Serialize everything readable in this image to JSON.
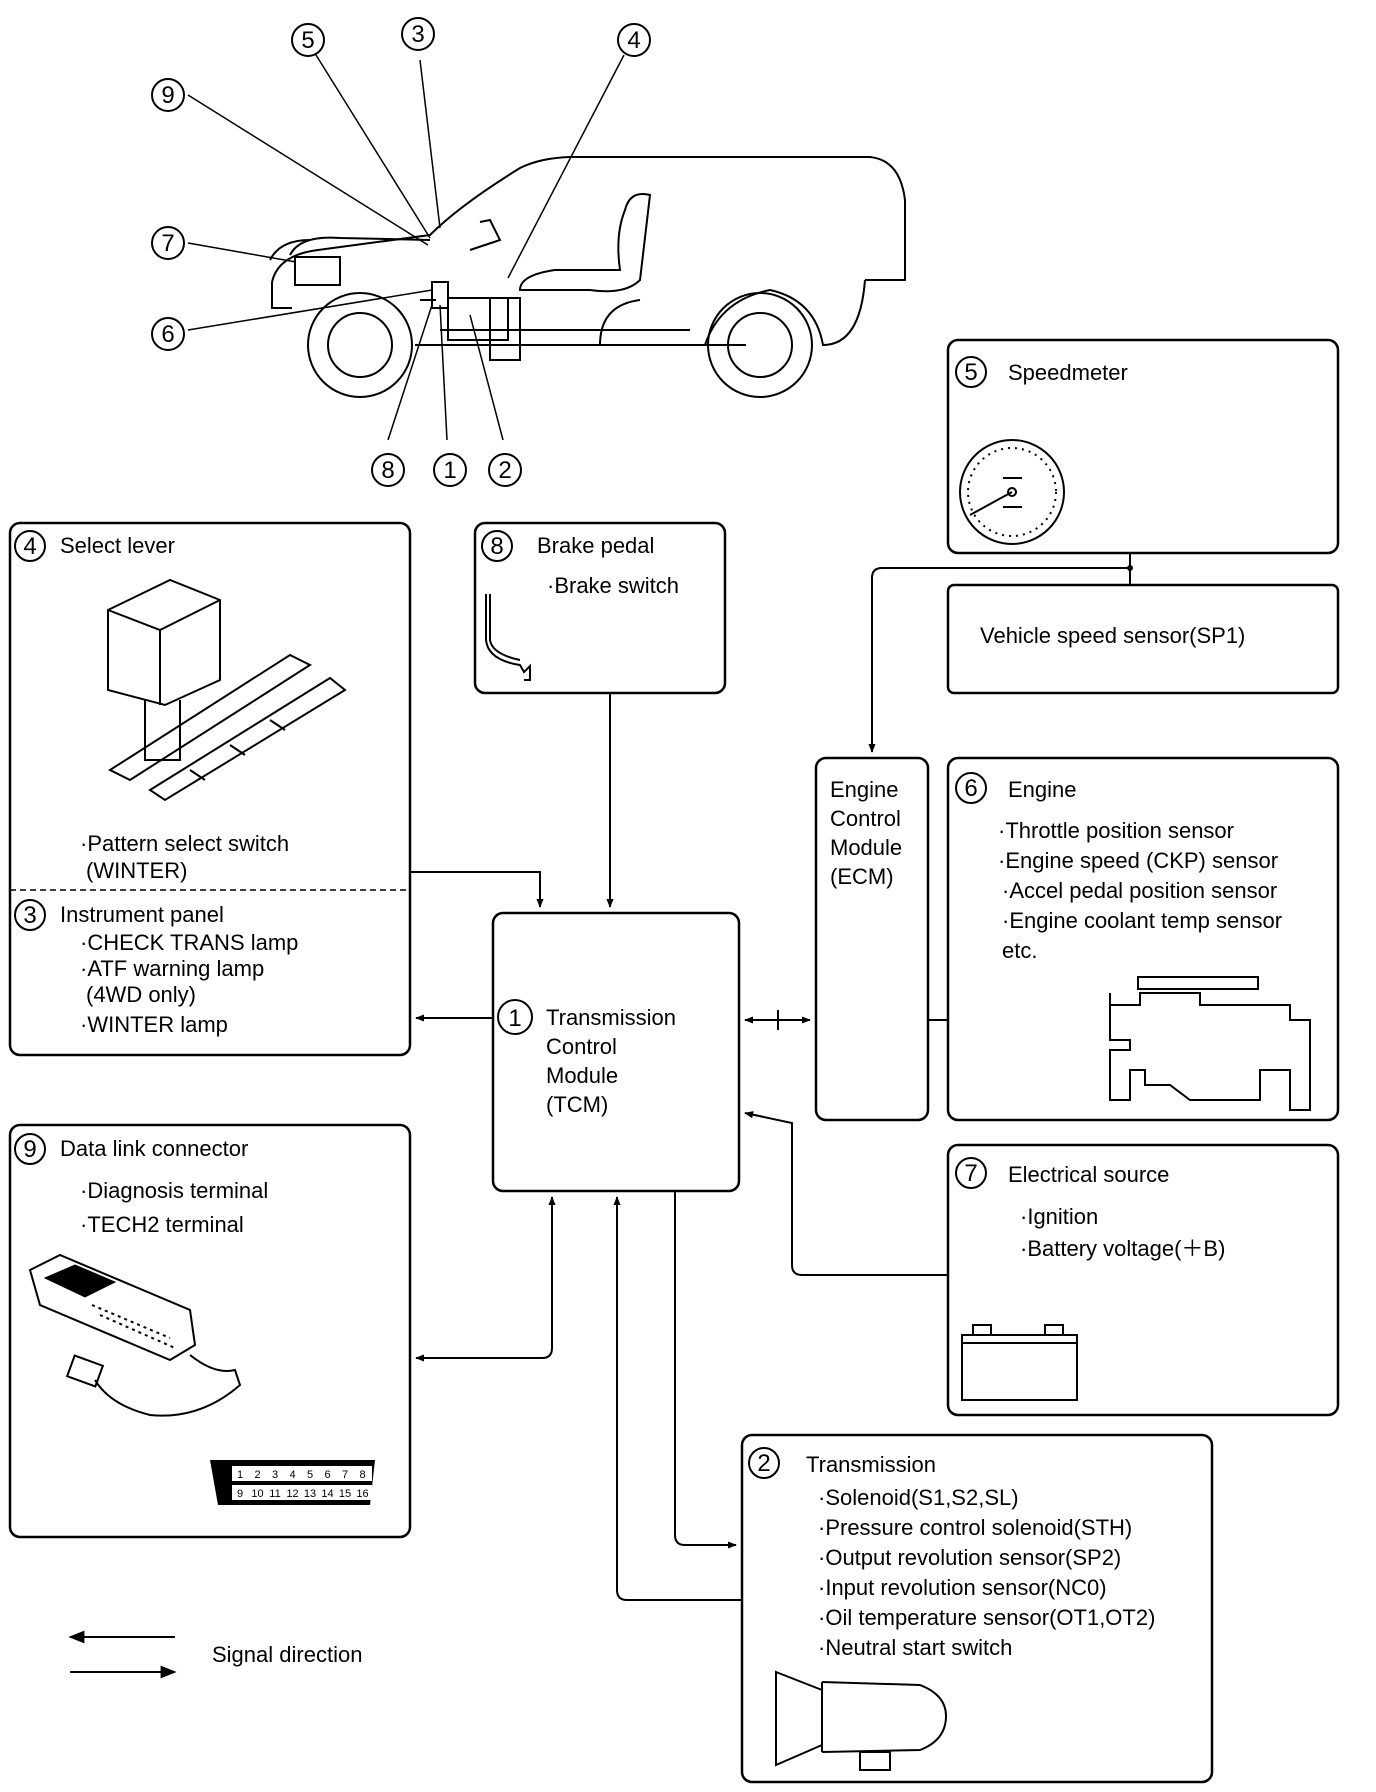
{
  "car_callouts": [
    "5",
    "3",
    "4",
    "9",
    "7",
    "6",
    "8",
    "1",
    "2"
  ],
  "select_lever": {
    "num": "4",
    "title": "Select lever",
    "items": [
      "·Pattern select switch",
      "(WINTER)"
    ]
  },
  "instrument_panel": {
    "num": "3",
    "title": "Instrument panel",
    "items": [
      "·CHECK TRANS lamp",
      "·ATF warning lamp",
      "(4WD only)",
      "·WINTER lamp"
    ]
  },
  "brake_pedal": {
    "num": "8",
    "title": "Brake pedal",
    "items": [
      "·Brake switch"
    ]
  },
  "speedometer": {
    "num": "5",
    "title": "Speedmeter"
  },
  "speed_sensor": {
    "title": "Vehicle speed sensor(SP1)"
  },
  "ecm": {
    "lines": [
      "Engine",
      "Control",
      "Module",
      "(ECM)"
    ]
  },
  "engine": {
    "num": "6",
    "title": "Engine",
    "items": [
      "·Throttle position sensor",
      "·Engine speed (CKP) sensor",
      "·Accel pedal position sensor",
      "·Engine coolant temp sensor",
      "etc."
    ]
  },
  "tcm": {
    "num": "1",
    "lines": [
      "Transmission",
      "Control",
      "Module",
      "(TCM)"
    ]
  },
  "data_link": {
    "num": "9",
    "title": "Data link connector",
    "items": [
      "·Diagnosis terminal",
      "·TECH2 terminal"
    ],
    "pins_top": [
      "1",
      "2",
      "3",
      "4",
      "5",
      "6",
      "7",
      "8"
    ],
    "pins_bottom": [
      "9",
      "10",
      "11",
      "12",
      "13",
      "14",
      "15",
      "16"
    ]
  },
  "electrical": {
    "num": "7",
    "title": "Electrical source",
    "items": [
      "·Ignition",
      "·Battery voltage(＋B)"
    ]
  },
  "transmission": {
    "num": "2",
    "title": "Transmission",
    "items": [
      "·Solenoid(S1,S2,SL)",
      "·Pressure control solenoid(STH)",
      "·Output revolution sensor(SP2)",
      "·Input revolution sensor(NC0)",
      "·Oil temperature sensor(OT1,OT2)",
      "·Neutral start switch"
    ]
  },
  "legend": {
    "label": "Signal direction"
  }
}
